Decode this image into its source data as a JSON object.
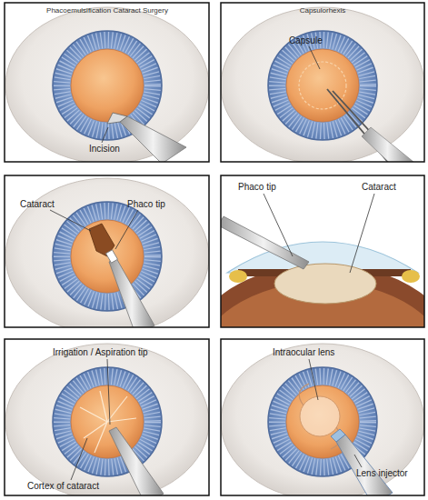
{
  "diagram": {
    "title": "Phacoemulsification Cataract Surgery",
    "labels": [
      "Incision",
      "Capsulorhexis",
      "Capsule",
      "Cataract",
      "Phaco tip",
      "Phaco tip",
      "Cataract",
      "Irrigation / Aspiration tip",
      "Cortex of cataract",
      "Intraocular lens",
      "Lens injector"
    ]
  }
}
